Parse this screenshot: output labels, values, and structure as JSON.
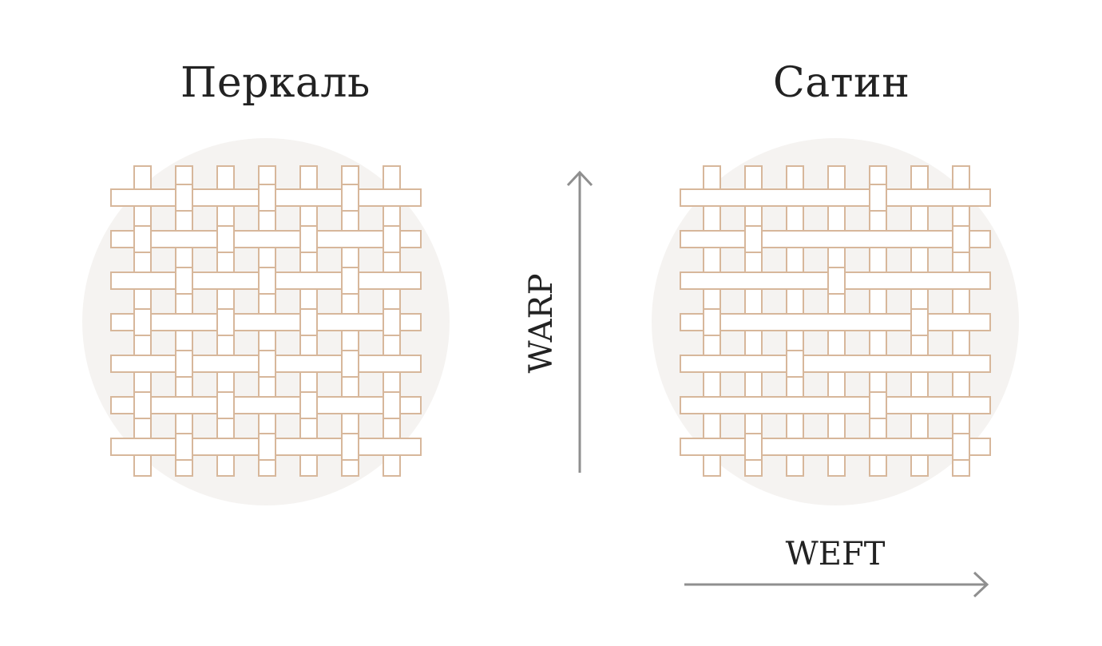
{
  "titles": {
    "left": "Перкаль",
    "right": "Сатин"
  },
  "axes": {
    "warp": "WARP",
    "weft": "WEFT"
  },
  "colors": {
    "thread_stroke": "#d7b79b",
    "thread_fill": "#ffffff",
    "circle_bg": "#f5f3f1",
    "arrow": "#8f8f8f",
    "text": "#222222"
  },
  "weaves": {
    "percale": {
      "pattern": "plain",
      "warp_count": 7,
      "weft_count": 7
    },
    "satin": {
      "pattern": "satin",
      "warp_count": 7,
      "weft_count": 7
    }
  }
}
